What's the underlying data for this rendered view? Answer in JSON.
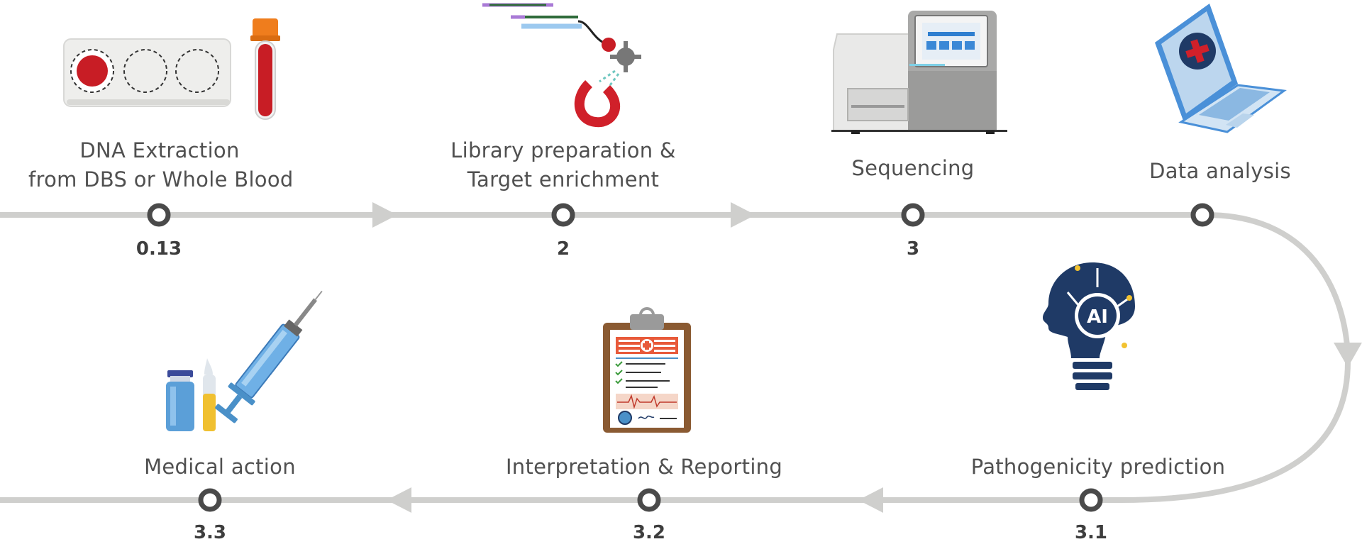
{
  "steps": [
    {
      "label_lines": [
        "DNA Extraction",
        "from DBS or Whole Blood"
      ],
      "value": "0.13",
      "icon": "blood-sample-icon"
    },
    {
      "label_lines": [
        "Library preparation &",
        "Target enrichment"
      ],
      "value": "2",
      "icon": "magnetic-capture-icon"
    },
    {
      "label_lines": [
        "Sequencing"
      ],
      "value": "3",
      "icon": "sequencer-icon"
    },
    {
      "label_lines": [
        "Data analysis"
      ],
      "value": "",
      "icon": "laptop-icon"
    },
    {
      "label_lines": [
        "Pathogenicity prediction"
      ],
      "value": "3.1",
      "icon": "ai-head-icon"
    },
    {
      "label_lines": [
        "Interpretation & Reporting"
      ],
      "value": "3.2",
      "icon": "clipboard-report-icon"
    },
    {
      "label_lines": [
        "Medical action"
      ],
      "value": "3.3",
      "icon": "vial-syringe-icon"
    }
  ],
  "colors": {
    "track": "#cfcfcd",
    "node": "#4a4a4a",
    "text": "#505050",
    "accent_red": "#d0202a",
    "accent_blue": "#4a90c8",
    "navy": "#1f3a66"
  }
}
